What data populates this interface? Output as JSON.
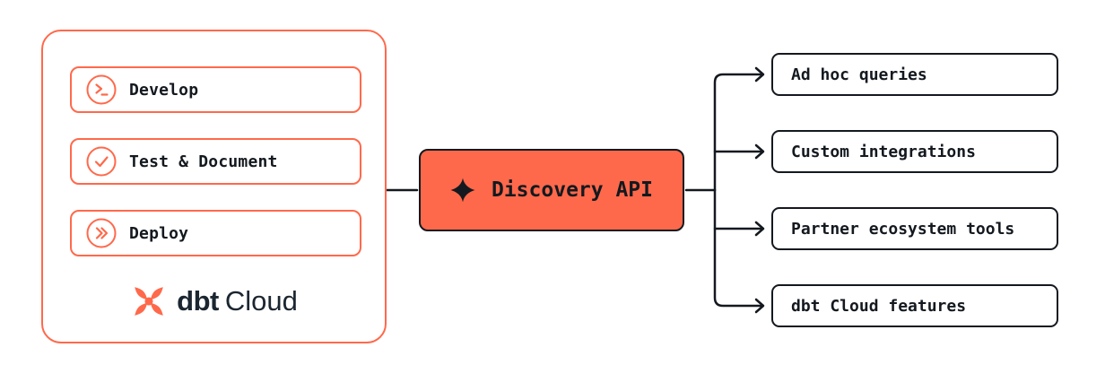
{
  "left_panel": {
    "steps": [
      {
        "label": "Develop",
        "icon": "terminal-icon"
      },
      {
        "label": "Test & Document",
        "icon": "check-icon"
      },
      {
        "label": "Deploy",
        "icon": "deploy-arrow-icon"
      }
    ],
    "logo": {
      "brand": "dbt",
      "product": "Cloud"
    }
  },
  "center_node": {
    "label": "Discovery API",
    "icon": "sparkle-icon"
  },
  "outputs": [
    {
      "label": "Ad hoc queries"
    },
    {
      "label": "Custom integrations"
    },
    {
      "label": "Partner ecosystem tools"
    },
    {
      "label": "dbt Cloud features"
    }
  ],
  "colors": {
    "accent_orange": "#FF694B",
    "ink": "#14191F",
    "background": "#FFFFFF"
  }
}
